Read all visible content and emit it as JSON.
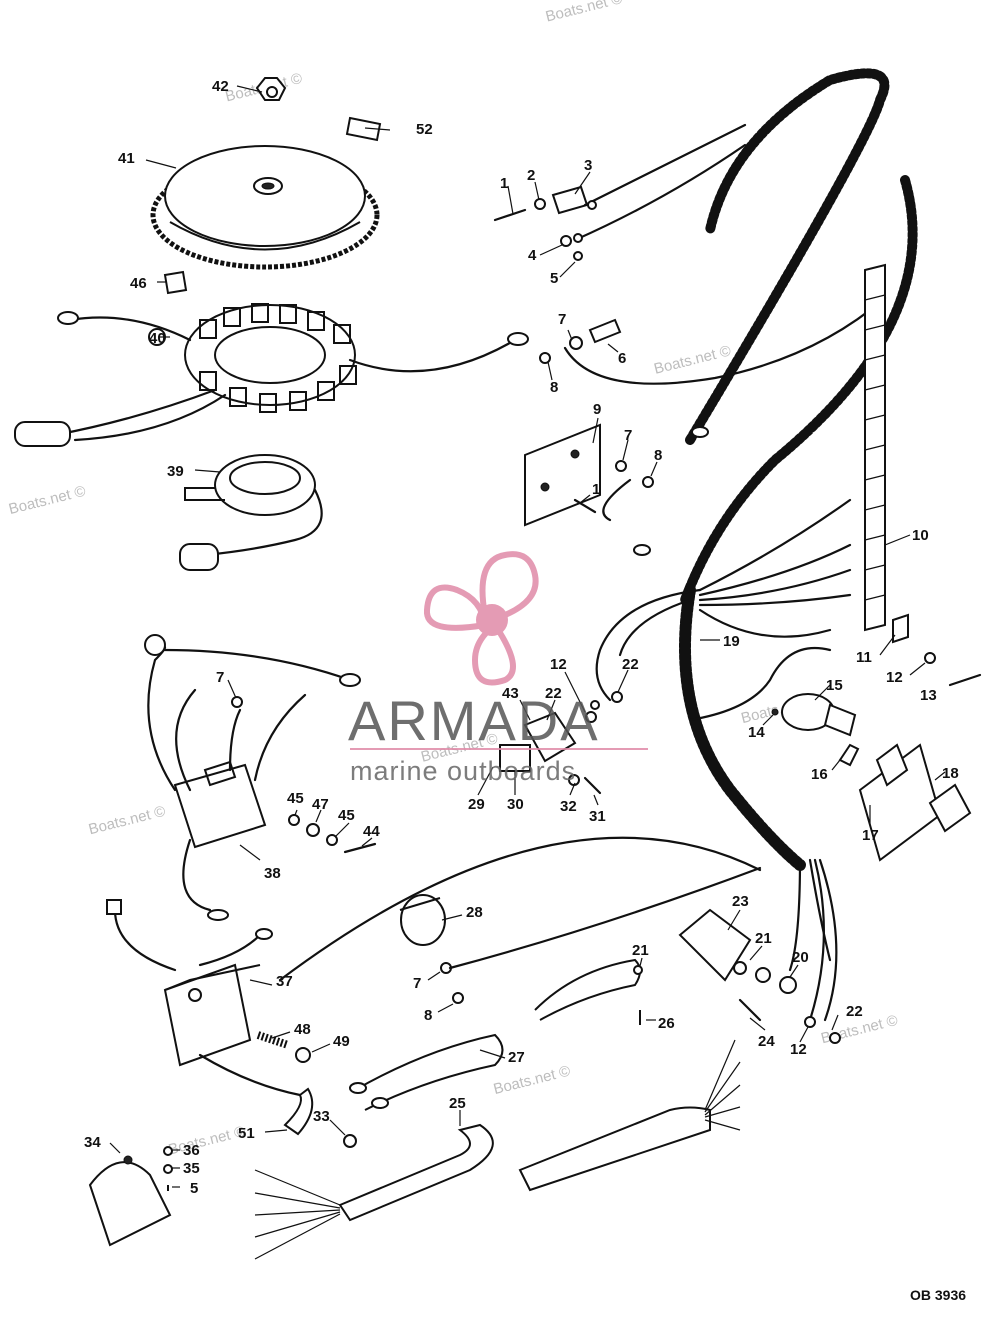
{
  "diagram": {
    "drawing_code": "OB 3936",
    "watermark_text": "Boats.net ©",
    "brand": {
      "name": "ARMADA",
      "tagline": "marine outboards",
      "logo_color": "#e08aa8",
      "text_color": "#555555"
    },
    "callouts": [
      {
        "id": "c1a",
        "text": "1"
      },
      {
        "id": "c2",
        "text": "2"
      },
      {
        "id": "c3",
        "text": "3"
      },
      {
        "id": "c4",
        "text": "4"
      },
      {
        "id": "c5a",
        "text": "5"
      },
      {
        "id": "c7a",
        "text": "7"
      },
      {
        "id": "c6",
        "text": "6"
      },
      {
        "id": "c8a",
        "text": "8"
      },
      {
        "id": "c9",
        "text": "9"
      },
      {
        "id": "c7b",
        "text": "7"
      },
      {
        "id": "c8b",
        "text": "8"
      },
      {
        "id": "c1b",
        "text": "1"
      },
      {
        "id": "c10",
        "text": "10"
      },
      {
        "id": "c19",
        "text": "19"
      },
      {
        "id": "c11",
        "text": "11"
      },
      {
        "id": "c12a",
        "text": "12"
      },
      {
        "id": "c13",
        "text": "13"
      },
      {
        "id": "c15",
        "text": "15"
      },
      {
        "id": "c14",
        "text": "14"
      },
      {
        "id": "c16",
        "text": "16"
      },
      {
        "id": "c18",
        "text": "18"
      },
      {
        "id": "c17",
        "text": "17"
      },
      {
        "id": "c12b",
        "text": "12"
      },
      {
        "id": "c22a",
        "text": "22"
      },
      {
        "id": "c43",
        "text": "43"
      },
      {
        "id": "c22b",
        "text": "22"
      },
      {
        "id": "c29",
        "text": "29"
      },
      {
        "id": "c30",
        "text": "30"
      },
      {
        "id": "c32",
        "text": "32"
      },
      {
        "id": "c31",
        "text": "31"
      },
      {
        "id": "c42",
        "text": "42"
      },
      {
        "id": "c52",
        "text": "52"
      },
      {
        "id": "c41",
        "text": "41"
      },
      {
        "id": "c46",
        "text": "46"
      },
      {
        "id": "c40",
        "text": "40"
      },
      {
        "id": "c39",
        "text": "39"
      },
      {
        "id": "c7c",
        "text": "7"
      },
      {
        "id": "c45a",
        "text": "45"
      },
      {
        "id": "c47",
        "text": "47"
      },
      {
        "id": "c45b",
        "text": "45"
      },
      {
        "id": "c44",
        "text": "44"
      },
      {
        "id": "c38",
        "text": "38"
      },
      {
        "id": "c28",
        "text": "28"
      },
      {
        "id": "c23",
        "text": "23"
      },
      {
        "id": "c21a",
        "text": "21"
      },
      {
        "id": "c21b",
        "text": "21"
      },
      {
        "id": "c20",
        "text": "20"
      },
      {
        "id": "c7d",
        "text": "7"
      },
      {
        "id": "c8c",
        "text": "8"
      },
      {
        "id": "c26",
        "text": "26"
      },
      {
        "id": "c24",
        "text": "24"
      },
      {
        "id": "c12c",
        "text": "12"
      },
      {
        "id": "c22c",
        "text": "22"
      },
      {
        "id": "c37",
        "text": "37"
      },
      {
        "id": "c48",
        "text": "48"
      },
      {
        "id": "c49",
        "text": "49"
      },
      {
        "id": "c27",
        "text": "27"
      },
      {
        "id": "c25",
        "text": "25"
      },
      {
        "id": "c51",
        "text": "51"
      },
      {
        "id": "c33",
        "text": "33"
      },
      {
        "id": "c34",
        "text": "34"
      },
      {
        "id": "c36",
        "text": "36"
      },
      {
        "id": "c35",
        "text": "35"
      },
      {
        "id": "c5b",
        "text": "5"
      }
    ]
  }
}
